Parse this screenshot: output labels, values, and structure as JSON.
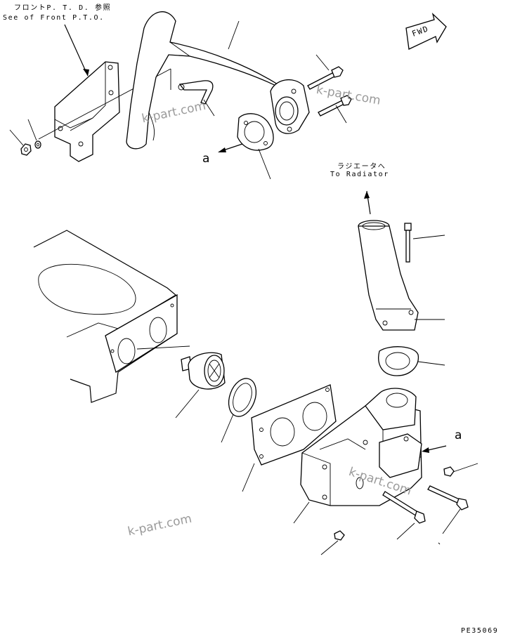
{
  "labels": {
    "front_pto_jp": "フロントP. T. D. 参照",
    "front_pto_en": "See of Front P.T.O.",
    "radiator_jp": "ラジエータへ",
    "radiator_en": "To Radiator",
    "fwd": "FWD",
    "ref_a_upper": "a",
    "ref_a_lower": "a",
    "figure_code": "PE35069"
  },
  "watermarks": [
    "k-part.com",
    "k-part.com",
    "k-part.com",
    "k-part.com"
  ]
}
